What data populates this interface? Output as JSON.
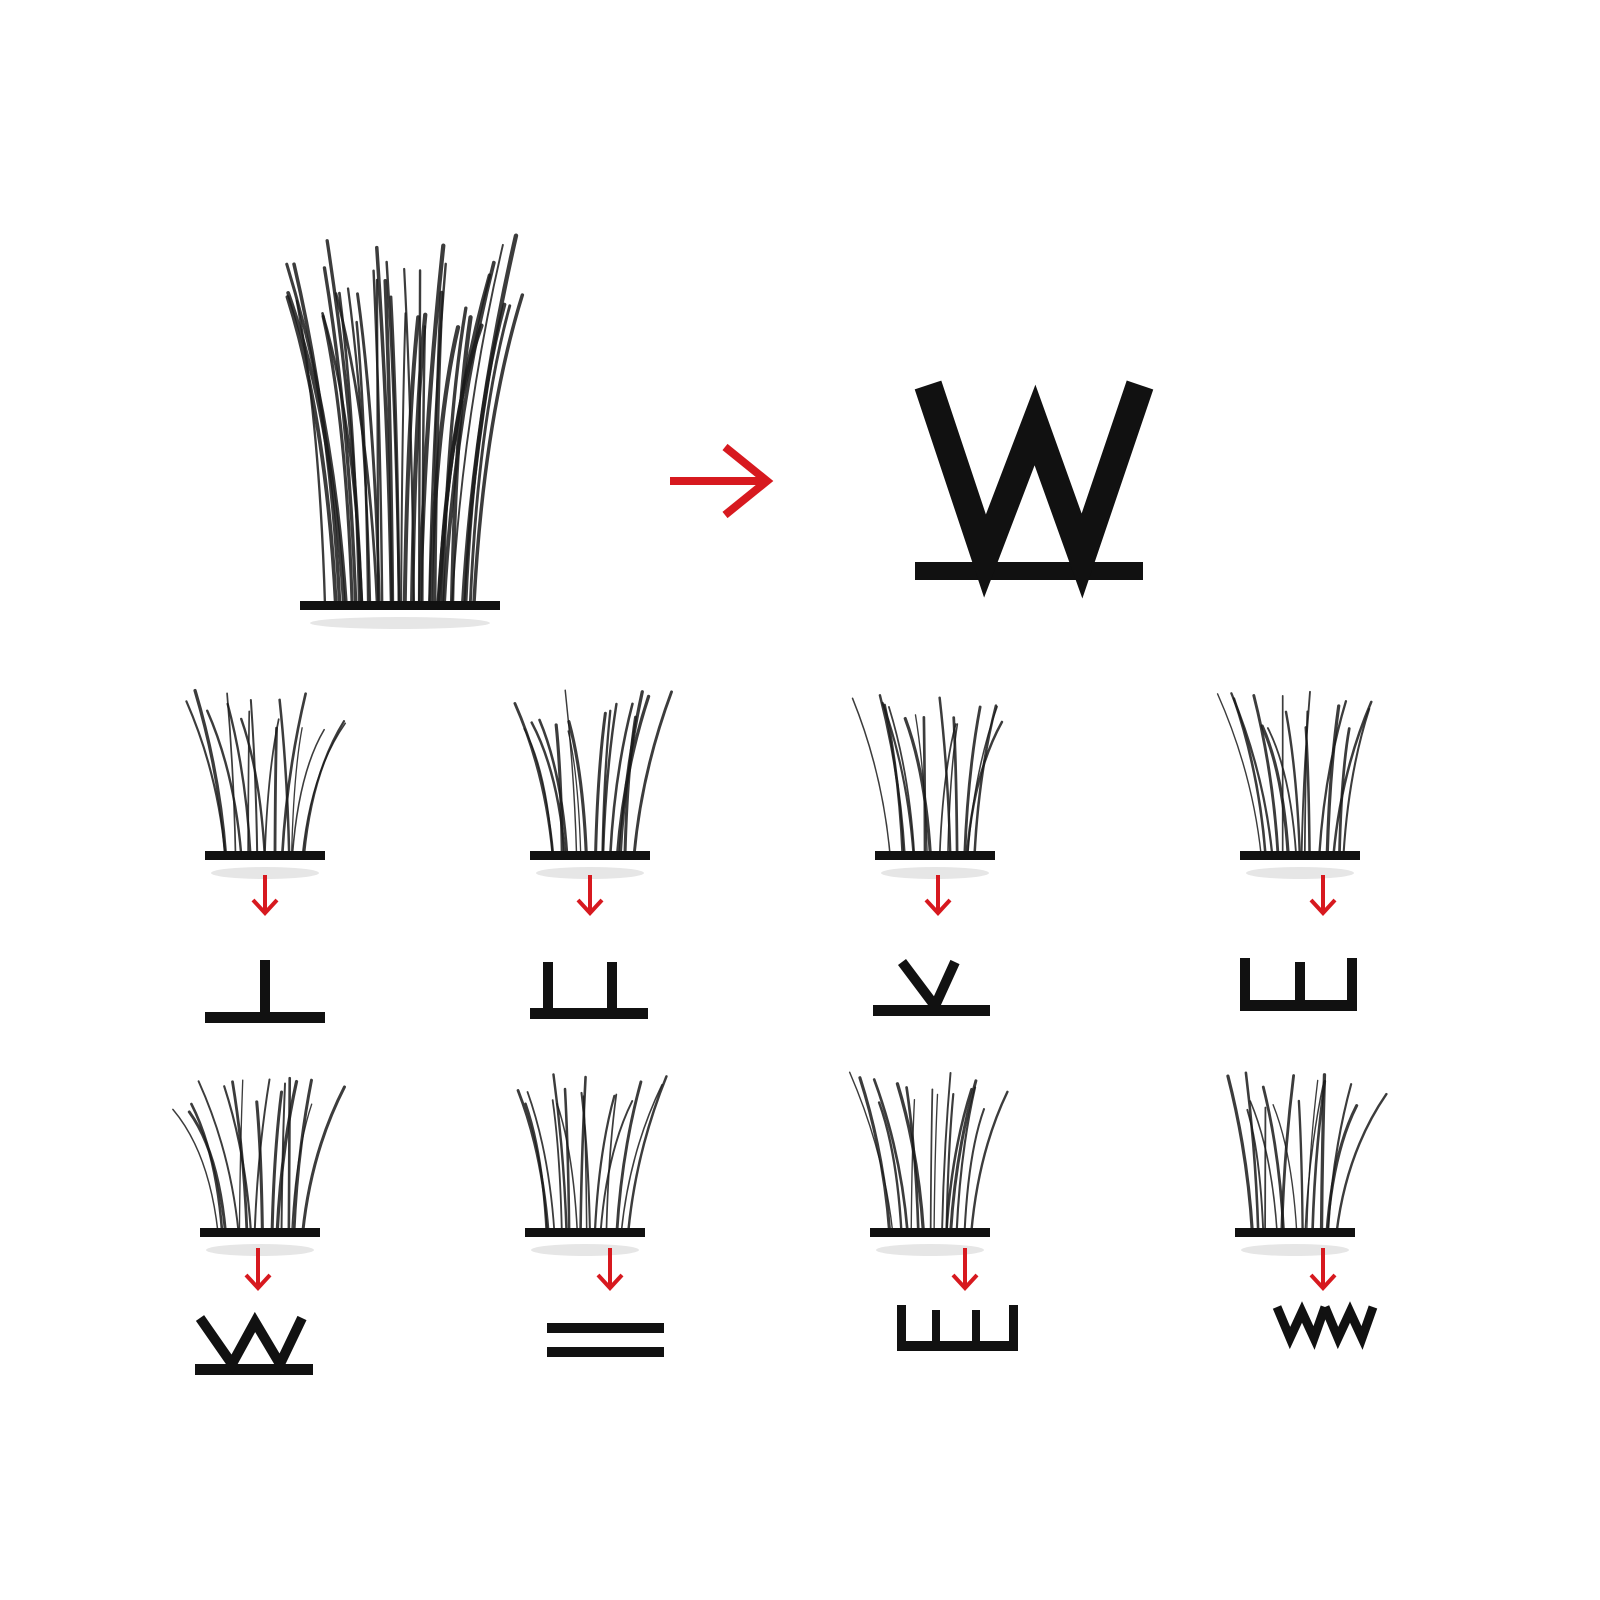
{
  "colors": {
    "ink": "#111111",
    "arrow": "#d7191f",
    "background": "#ffffff"
  },
  "hero": {
    "lash_icon": "w-cluster-lash-icon",
    "arrow_icon": "arrow-right-icon",
    "symbol_icon": "w-base-symbol-icon"
  },
  "items": [
    {
      "lash_icon": "t-cluster-lash-icon",
      "symbol_icon": "t-base-symbol-icon",
      "shape": "T"
    },
    {
      "lash_icon": "double-post-lash-icon",
      "symbol_icon": "double-post-symbol-icon",
      "shape": "II"
    },
    {
      "lash_icon": "v-cluster-lash-icon",
      "symbol_icon": "v-base-symbol-icon",
      "shape": "V"
    },
    {
      "lash_icon": "comb-cluster-lash-icon",
      "symbol_icon": "comb-base-symbol-icon",
      "shape": "E"
    },
    {
      "lash_icon": "w-cluster-lash-icon",
      "symbol_icon": "w-base-symbol-icon",
      "shape": "W"
    },
    {
      "lash_icon": "double-band-lash-icon",
      "symbol_icon": "double-band-symbol-icon",
      "shape": "="
    },
    {
      "lash_icon": "four-post-lash-icon",
      "symbol_icon": "four-post-symbol-icon",
      "shape": "EE"
    },
    {
      "lash_icon": "ww-cluster-lash-icon",
      "symbol_icon": "ww-symbol-icon",
      "shape": "ww"
    }
  ]
}
